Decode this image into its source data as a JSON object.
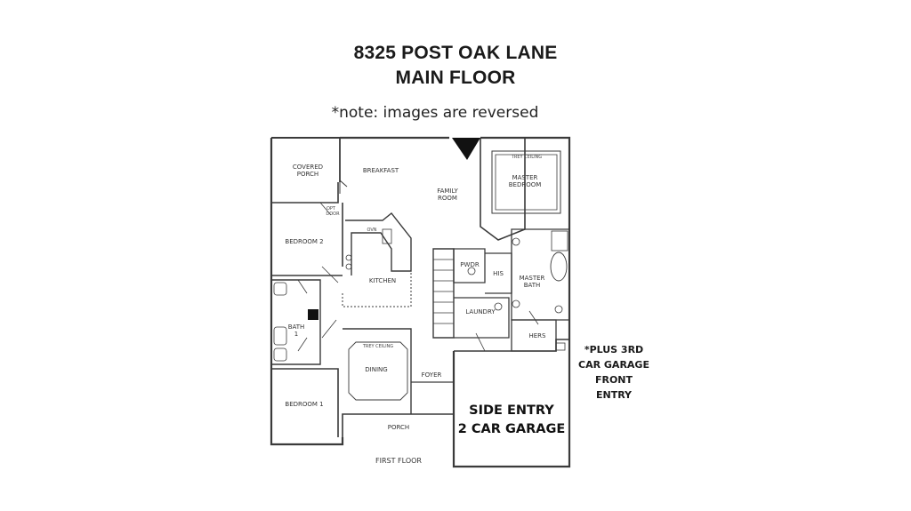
{
  "header": {
    "address": "8325 POST OAK LANE",
    "floor": "MAIN FLOOR",
    "note": "*note: images are reversed"
  },
  "annotation": {
    "line1": "*PLUS 3RD",
    "line2": "CAR GARAGE",
    "line3": "FRONT",
    "line4": "ENTRY"
  },
  "rooms": {
    "covered_porch_1": "COVERED",
    "covered_porch_2": "PORCH",
    "breakfast": "BREAKFAST",
    "family_1": "FAMILY",
    "family_2": "ROOM",
    "master_bedroom_1": "MASTER",
    "master_bedroom_2": "BEDROOM",
    "trey_ceiling_master": "TREY CEILING",
    "bedroom_2": "BEDROOM 2",
    "kitchen": "KITCHEN",
    "pwdr": "PWDR",
    "his": "HIS",
    "master_bath_1": "MASTER",
    "master_bath_2": "BATH",
    "laundry": "LAUNDRY",
    "bath_1a": "BATH",
    "bath_1b": "1",
    "hers": "HERS",
    "dining": "DINING",
    "trey_ceiling_dining": "TREY CEILING",
    "foyer": "FOYER",
    "bedroom_1": "BEDROOM 1",
    "porch": "PORCH",
    "first_floor": "FIRST FLOOR",
    "garage_1": "SIDE ENTRY",
    "garage_2": "2 CAR GARAGE",
    "opt_door_1": "OPT",
    "opt_door_2": "DOOR",
    "ovn": "OVN"
  }
}
